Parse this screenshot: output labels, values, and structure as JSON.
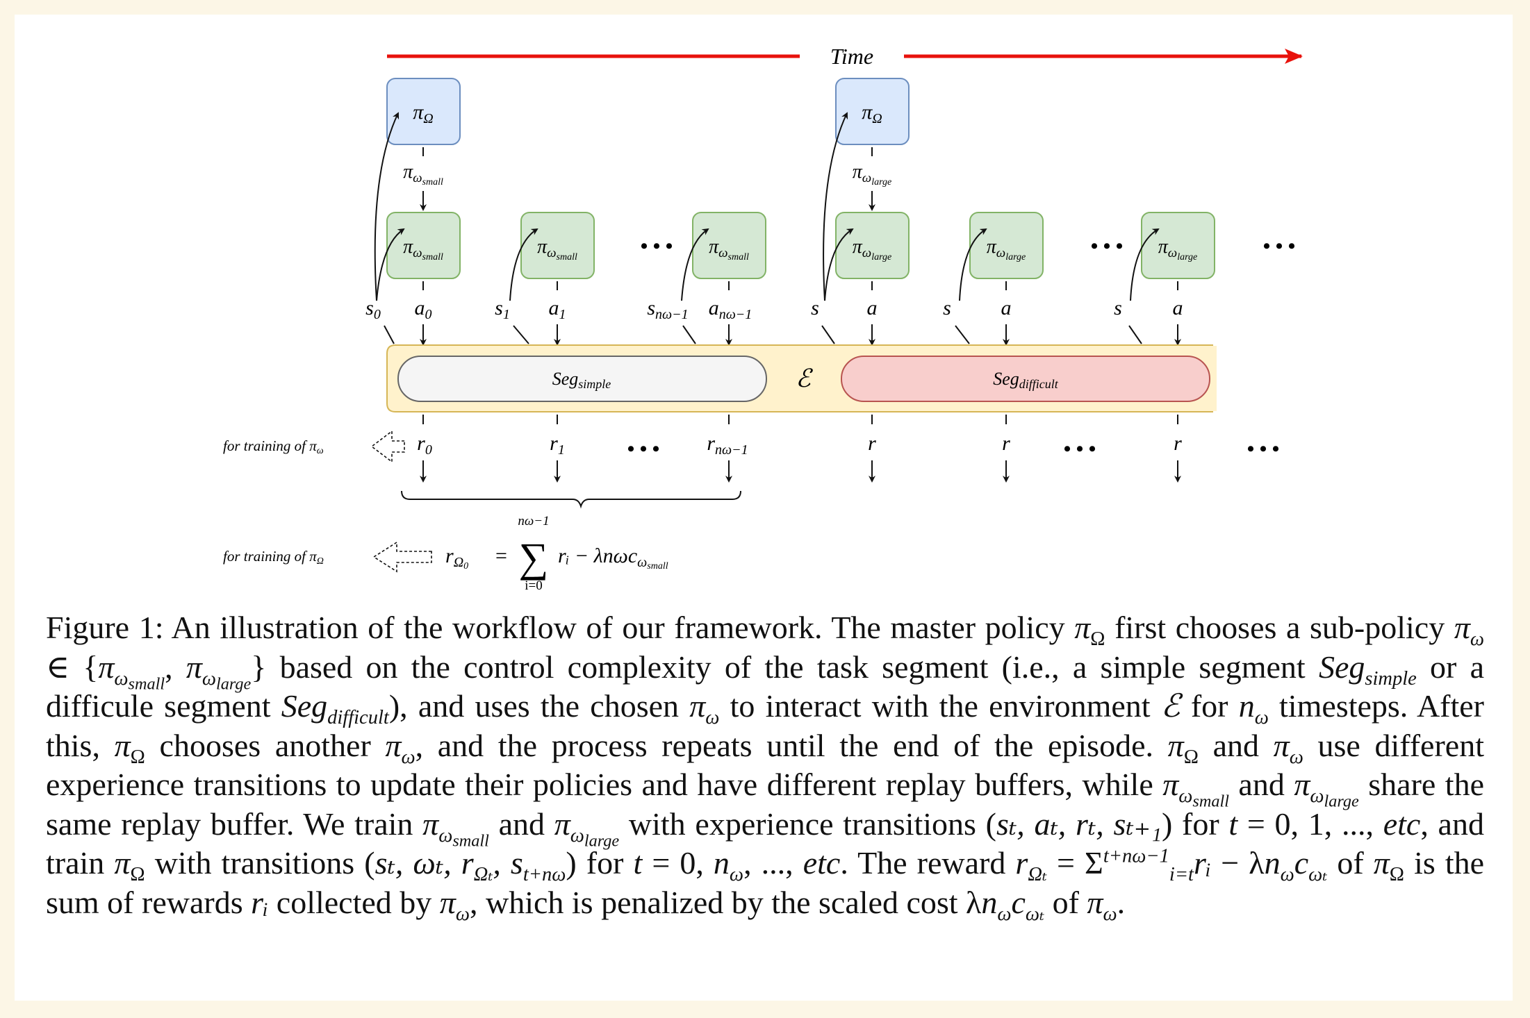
{
  "figure": {
    "time_label": "Time",
    "master_label": "π",
    "master_sub": "Ω",
    "sub_small_label": "π",
    "sub_small_sub": "ω",
    "sub_small_subsub": "small",
    "sub_large_sub": "ω",
    "sub_large_subsub": "large",
    "env_label": "ℰ",
    "seg_simple_base": "Seg",
    "seg_simple_sub": "simple",
    "seg_difficult_base": "Seg",
    "seg_difficult_sub": "difficult",
    "ellipsis": "• • •",
    "state_labels": [
      "s",
      "s",
      "s",
      "s",
      "s",
      "s"
    ],
    "state_subs": [
      "0",
      "1",
      "nω−1",
      "",
      "",
      ""
    ],
    "action_labels": [
      "a",
      "a",
      "a",
      "a",
      "a",
      "a"
    ],
    "action_subs": [
      "0",
      "1",
      "nω−1",
      "",
      "",
      ""
    ],
    "reward_labels": [
      "r",
      "r",
      "r",
      "r",
      "r",
      "r"
    ],
    "reward_subs": [
      "0",
      "1",
      "nω−1",
      "",
      "",
      ""
    ],
    "train_omega_text": "for training of π",
    "train_omega_sub": "ω",
    "train_master_text": "for training of π",
    "train_master_sub": "Ω",
    "formula": {
      "lhs": "r",
      "lhs_sub": "Ω",
      "lhs_subsub": "0",
      "eq": "=",
      "sum_symbol": "∑",
      "sum_top": "nω−1",
      "sum_bottom": "i=0",
      "rhs": "rᵢ − λnωc",
      "rhs_sub": "ω",
      "rhs_subsub": "small"
    }
  },
  "caption": {
    "p01": "Figure 1:  An illustration of the workflow of our framework.  The master policy ",
    "m01": "π",
    "s01": "Ω",
    "p02": " first chooses a sub-policy ",
    "m02": "π",
    "s02": "ω",
    "p03": " ∈ {",
    "m03": "π",
    "s03": "ω",
    "ss03": "small",
    "p04": ", ",
    "m04": "π",
    "s04": "ω",
    "ss04": "large",
    "p05": "} based on the control complexity of the task segment (i.e., a simple segment ",
    "m05": "Seg",
    "s05": "simple",
    "p06": " or a difficule segment ",
    "m06": "Seg",
    "s06": "difficult",
    "p07": "), and uses the chosen ",
    "m07": "π",
    "s07": "ω",
    "p08": " to interact with the environment ",
    "m08": "ℰ",
    "p09": " for ",
    "m09": "n",
    "s09": "ω",
    "p10": " timesteps. After this, ",
    "m10": "π",
    "s10": "Ω",
    "p11": " chooses another ",
    "m11": "π",
    "s11": "ω",
    "p12": ", and the process repeats until the end of the episode. ",
    "m12": "π",
    "s12": "Ω",
    "p13": " and ",
    "m13": "π",
    "s13": "ω",
    "p14": " use different experience transitions to update their policies and have different replay buffers, while ",
    "m14": "π",
    "s14": "ω",
    "ss14": "small",
    "p15": " and ",
    "m15": "π",
    "s15": "ω",
    "ss15": "large",
    "p16": " share the same replay buffer. We train ",
    "m16": "π",
    "s16": "ω",
    "ss16": "small",
    "p17": " and ",
    "m17": "π",
    "s17": "ω",
    "ss17": "large",
    "p18": " with experience transitions (",
    "m18": "sₜ, aₜ, rₜ, sₜ₊₁",
    "p19": ") for ",
    "m19": "t",
    "p20": " = 0, 1, ..., ",
    "m20": "etc",
    "p21": ", and train ",
    "m21": "π",
    "s21": "Ω",
    "p22": " with transitions (",
    "m22": "sₜ, ωₜ, r",
    "s22": "Ωₜ",
    "m22b": ", s",
    "s22b": "t+nω",
    "p23": ") for ",
    "m23": "t",
    "p24": " = 0, ",
    "m24": "n",
    "s24": "ω",
    "p25": ", ..., ",
    "m25": "etc",
    "p26": ". The reward ",
    "m26": "r",
    "s26": "Ωₜ",
    "p27": " = Σ",
    "sup27": "t+nω−1",
    "s27": "i=t",
    "m27": "rᵢ",
    "p28": " − λ",
    "m28": "n",
    "s28": "ω",
    "m28b": "c",
    "s28b": "ωₜ",
    "p29": " of ",
    "m29": "π",
    "s29": "Ω",
    "p30": " is the sum of rewards ",
    "m30": "rᵢ",
    "p31": " collected by ",
    "m31": "π",
    "s31": "ω",
    "p32": ", which is penalized by the scaled cost λ",
    "m32": "n",
    "s32": "ω",
    "m32b": "c",
    "s32b": "ωₜ",
    "p33": " of ",
    "m33": "π",
    "s33": "ω",
    "p34": "."
  }
}
